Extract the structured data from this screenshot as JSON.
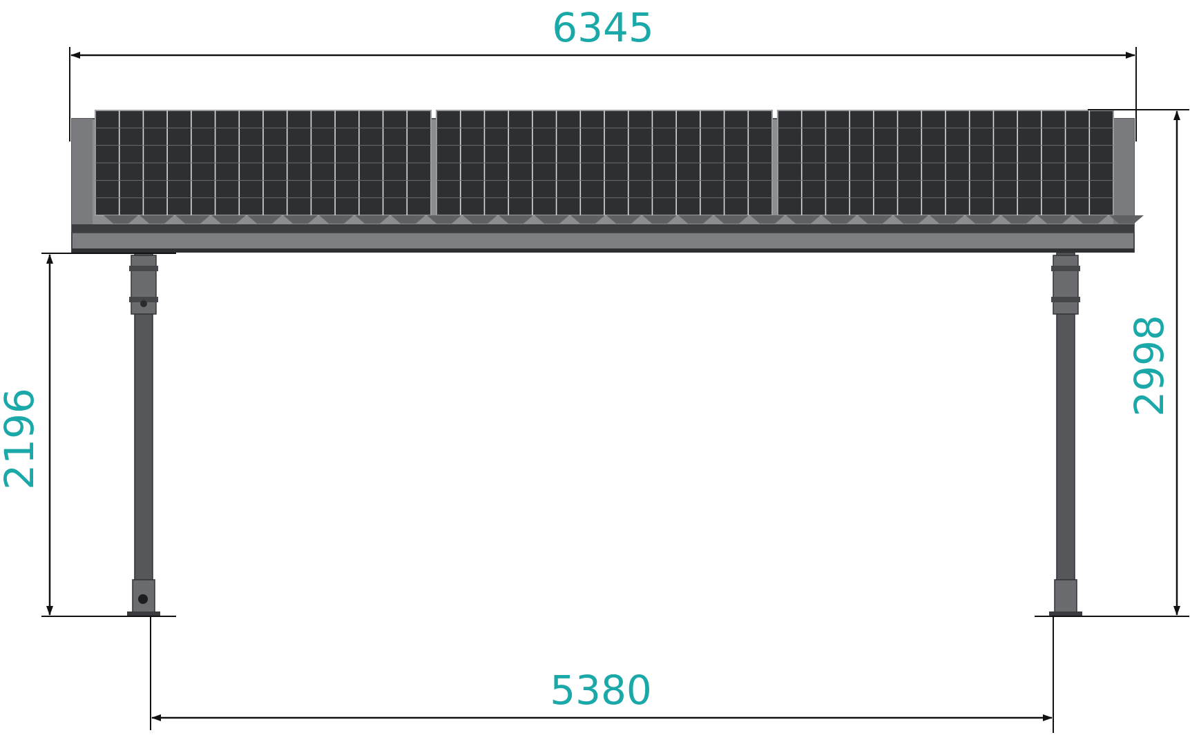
{
  "dimensions": {
    "overall_width": "6345",
    "post_spacing": "5380",
    "clearance_height": "2196",
    "overall_height": "2998"
  },
  "colors": {
    "dimension_text": "#1ba8a8",
    "dimension_lines": "#111111",
    "panel_cell": "#2e2f33",
    "frame": "#8c8d90",
    "post": "#55575b"
  },
  "solar_panels": {
    "module_count": 3,
    "columns_per_module": 14,
    "rows_per_module": 6
  }
}
